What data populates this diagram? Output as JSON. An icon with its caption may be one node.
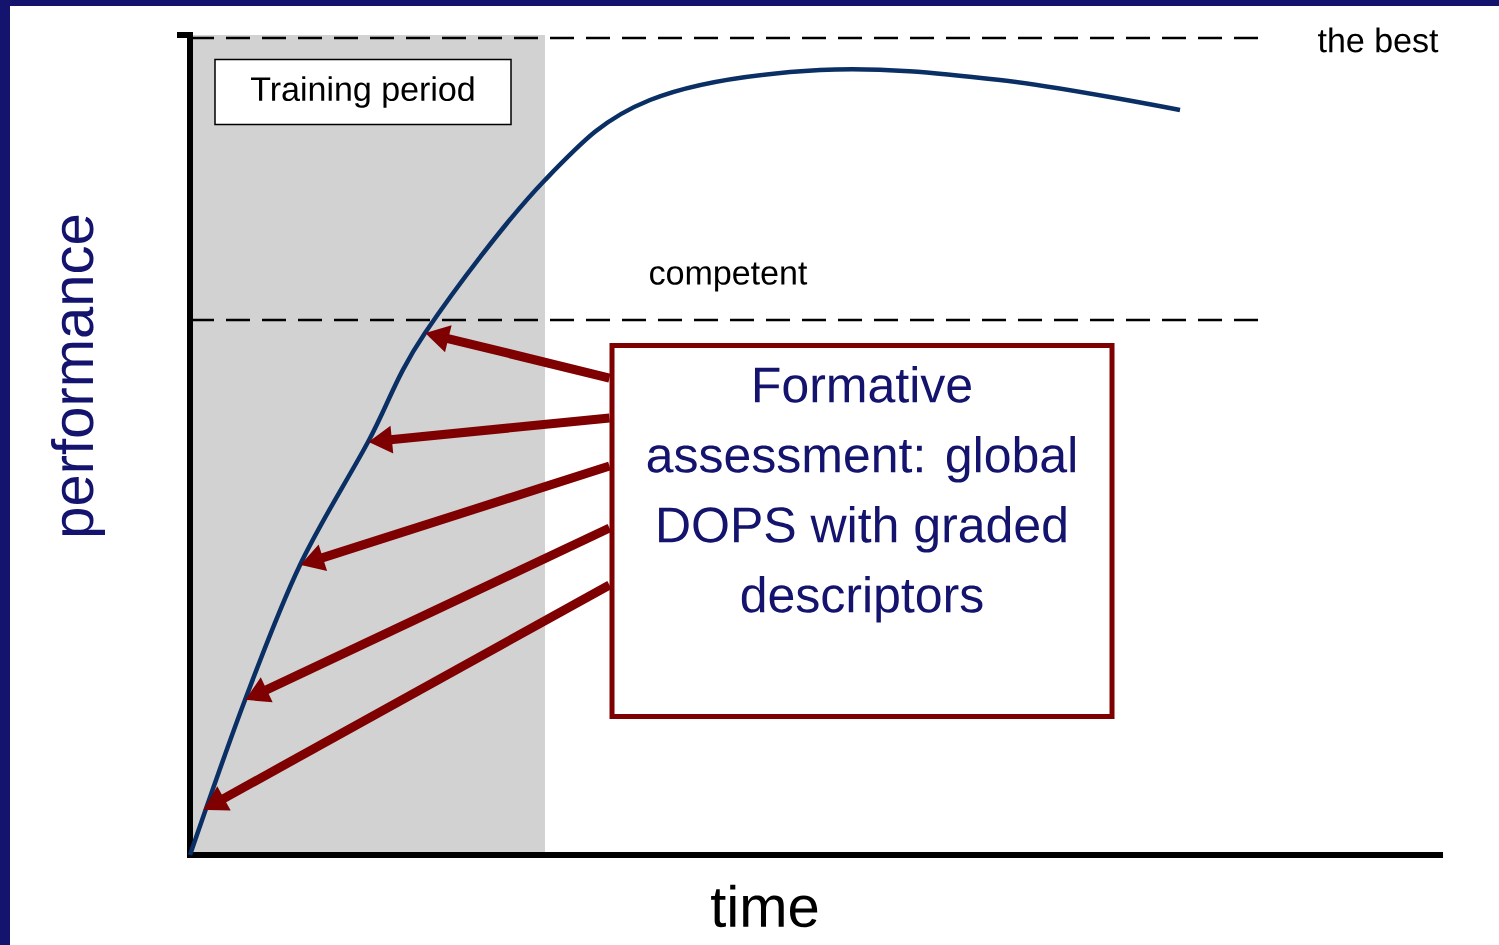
{
  "diagram": {
    "nodes": [
      {
        "text": [
          "Training period"
        ]
      },
      {
        "text": [
          "Formative assessment:  global DOPS with graded descriptors"
        ]
      }
    ],
    "edges": [
      {
        "from": 1,
        "to": null,
        "arrow": "to"
      },
      {
        "from": 1,
        "to": null,
        "arrow": "to"
      },
      {
        "from": 1,
        "to": null,
        "arrow": "to"
      },
      {
        "from": 1,
        "to": null,
        "arrow": "to"
      },
      {
        "from": 1,
        "to": null,
        "arrow": "to"
      }
    ],
    "labels": [
      "the best",
      "competent",
      "performance",
      "time"
    ]
  }
}
